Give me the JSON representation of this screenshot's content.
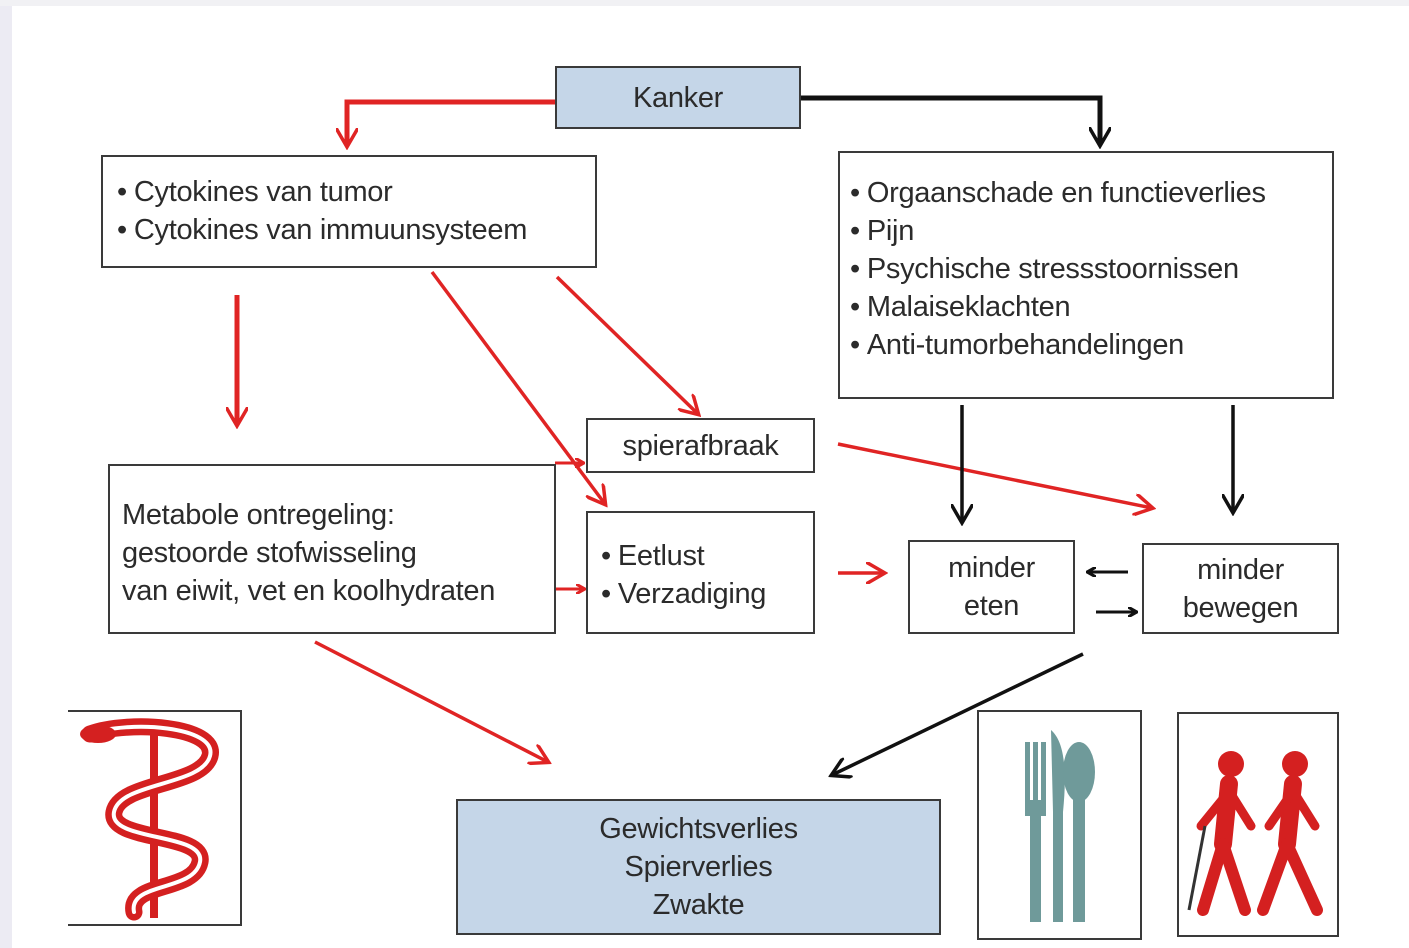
{
  "nodes": {
    "kanker": "Kanker",
    "cytokines": [
      "Cytokines van tumor",
      "Cytokines van immuunsysteem"
    ],
    "oorzaken": [
      "Orgaanschade en functieverlies",
      "Pijn",
      "Psychische stressstoornissen",
      "Malaiseklachten",
      "Anti-tumorbehandelingen"
    ],
    "spierafbraak": "spierafbraak",
    "metabole": [
      "Metabole ontregeling:",
      "gestoorde stofwisseling",
      "van eiwit, vet en koolhydraten"
    ],
    "eetlust": [
      "Eetlust",
      "Verzadiging"
    ],
    "minder_eten": [
      "minder",
      "eten"
    ],
    "minder_bewegen": [
      "minder",
      "bewegen"
    ],
    "gevolgen": [
      "Gewichtsverlies",
      "Spierverlies",
      "Zwakte"
    ]
  },
  "icons": {
    "medical": "caduceus-icon",
    "eating": "cutlery-icon",
    "walking": "walking-people-icon"
  },
  "colors": {
    "red_arrow": "#e02424",
    "black_arrow": "#111111",
    "box_fill_blue": "#c5d6e8",
    "icon_red": "#d42020",
    "icon_teal": "#6f9a9a"
  }
}
